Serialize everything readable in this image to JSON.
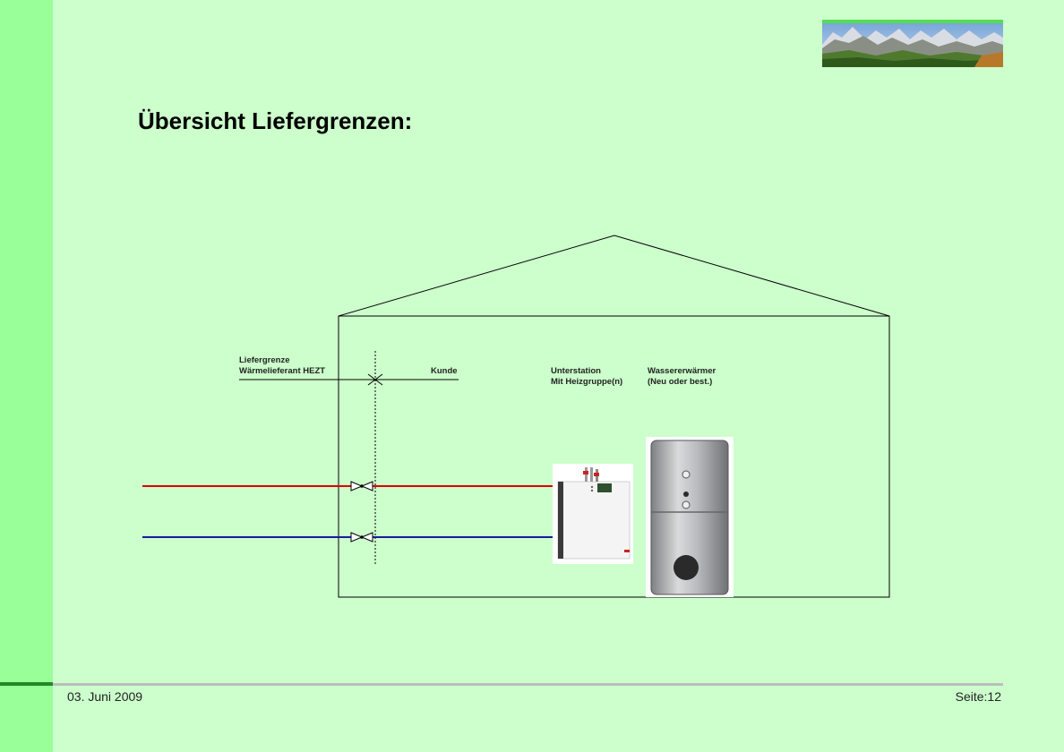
{
  "slide": {
    "title": "Übersicht Liefergrenzen:",
    "footer": {
      "date": "03. Juni 2009",
      "page": "Seite:12"
    }
  },
  "diagram": {
    "boundary_label": {
      "line1": "Liefergrenze",
      "line2": "Wärmelieferant HEZT"
    },
    "customer_label": "Kunde",
    "substation_label": {
      "line1": "Unterstation",
      "line2": "Mit Heizgruppe(n)"
    },
    "water_heater_label": {
      "line1": "Wassererwärmer",
      "line2": "(Neu oder best.)"
    }
  },
  "colors": {
    "background": "#ccffcc",
    "left_band": "#99ff99",
    "supply_pipe": "#e00000",
    "return_pipe": "#1a1aa0",
    "footer_accent": "#1f8a1f"
  },
  "icons": [
    "mountain-logo",
    "valve-icon",
    "substation-unit",
    "water-heater-tank"
  ]
}
